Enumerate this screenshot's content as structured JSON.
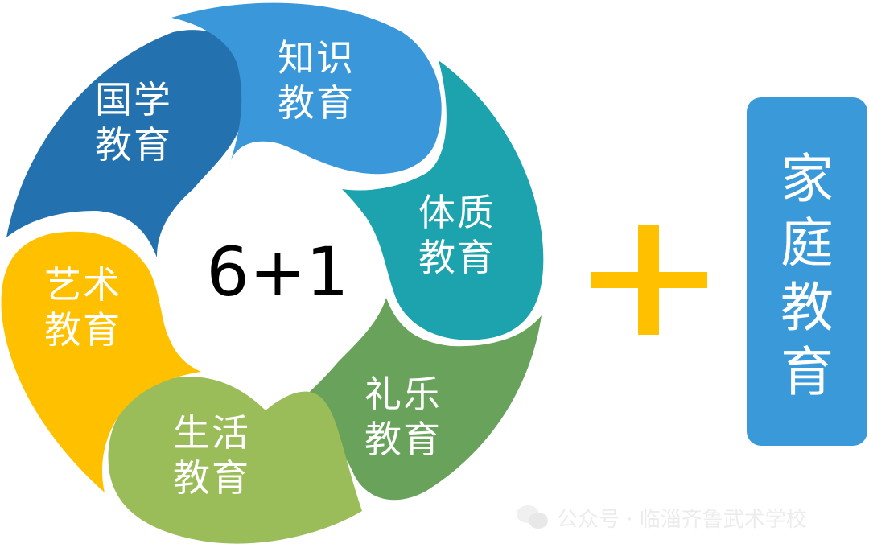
{
  "diagram": {
    "center_label": "6+1",
    "segments": [
      {
        "id": "guoxue",
        "line1": "国学",
        "line2": "教育",
        "color": "#2371ae"
      },
      {
        "id": "zhishi",
        "line1": "知识",
        "line2": "教育",
        "color": "#3a98da"
      },
      {
        "id": "tizhi",
        "line1": "体质",
        "line2": "教育",
        "color": "#1ca3ad"
      },
      {
        "id": "liyue",
        "line1": "礼乐",
        "line2": "教育",
        "color": "#69a35b"
      },
      {
        "id": "shenghuo",
        "line1": "生活",
        "line2": "教育",
        "color": "#9bbd59"
      },
      {
        "id": "yishu",
        "line1": "艺术",
        "line2": "教育",
        "color": "#ffc000"
      }
    ],
    "plus_color": "#ffc000",
    "family_box": {
      "chars": [
        "家",
        "庭",
        "教",
        "育"
      ],
      "color": "#3a9ad9"
    }
  },
  "watermark": {
    "text": "公众号 · 临淄齐鲁武术学校",
    "icon": "wechat-icon"
  }
}
